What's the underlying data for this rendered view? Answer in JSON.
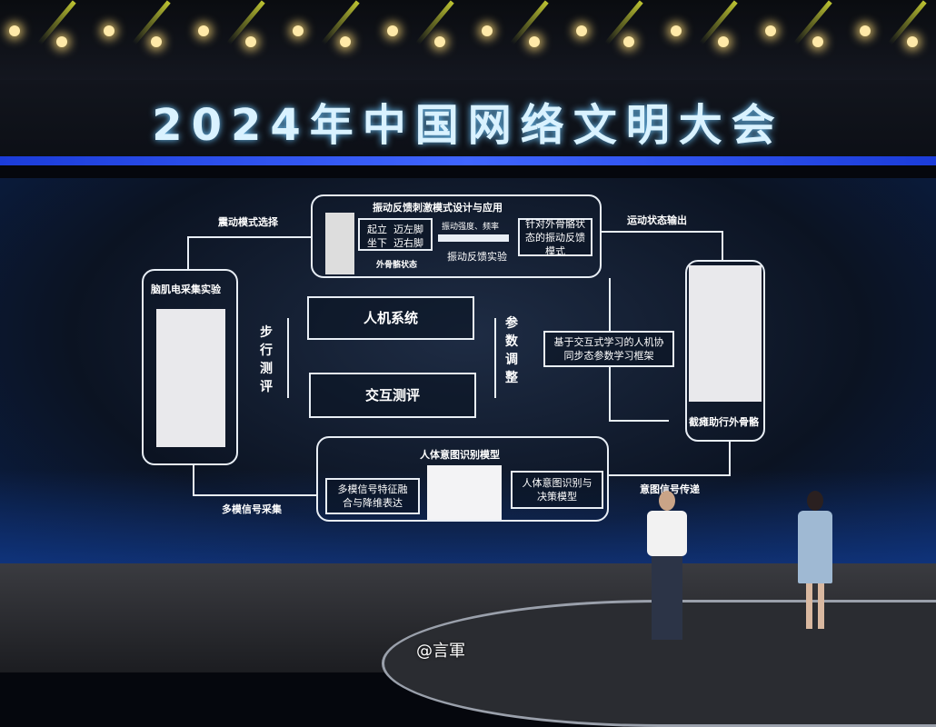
{
  "banner": {
    "title": "2024年中国网络文明大会"
  },
  "diagram": {
    "top_box": {
      "title": "振动反馈刺激模式设计与应用",
      "actions": [
        "起立",
        "迈左脚",
        "坐下",
        "迈右脚"
      ],
      "caption": "外骨骼状态",
      "arrow_top": "振动强度、频率",
      "arrow_bottom": "振动反馈实验",
      "result": "针对外骨骼状态的振动反馈模式"
    },
    "left_box": {
      "title": "脑肌电采集实验"
    },
    "right_box": {
      "title": "截瘫助行外骨骼"
    },
    "center": {
      "system": "人机系统",
      "evaluation": "交互测评",
      "left_label": "步行测评",
      "right_label": "参数调整",
      "framework": "基于交互式学习的人机协同步态参数学习框架"
    },
    "bottom_box": {
      "title": "人体意图识别模型",
      "left": "多模信号特征融合与降维表达",
      "right": "人体意图识别与决策模型"
    },
    "labels": {
      "vibration_select": "震动模式选择",
      "motion_output": "运动状态输出",
      "signal_collect": "多模信号采集",
      "intent_transfer": "意图信号传递"
    }
  },
  "watermark": "@言軍"
}
